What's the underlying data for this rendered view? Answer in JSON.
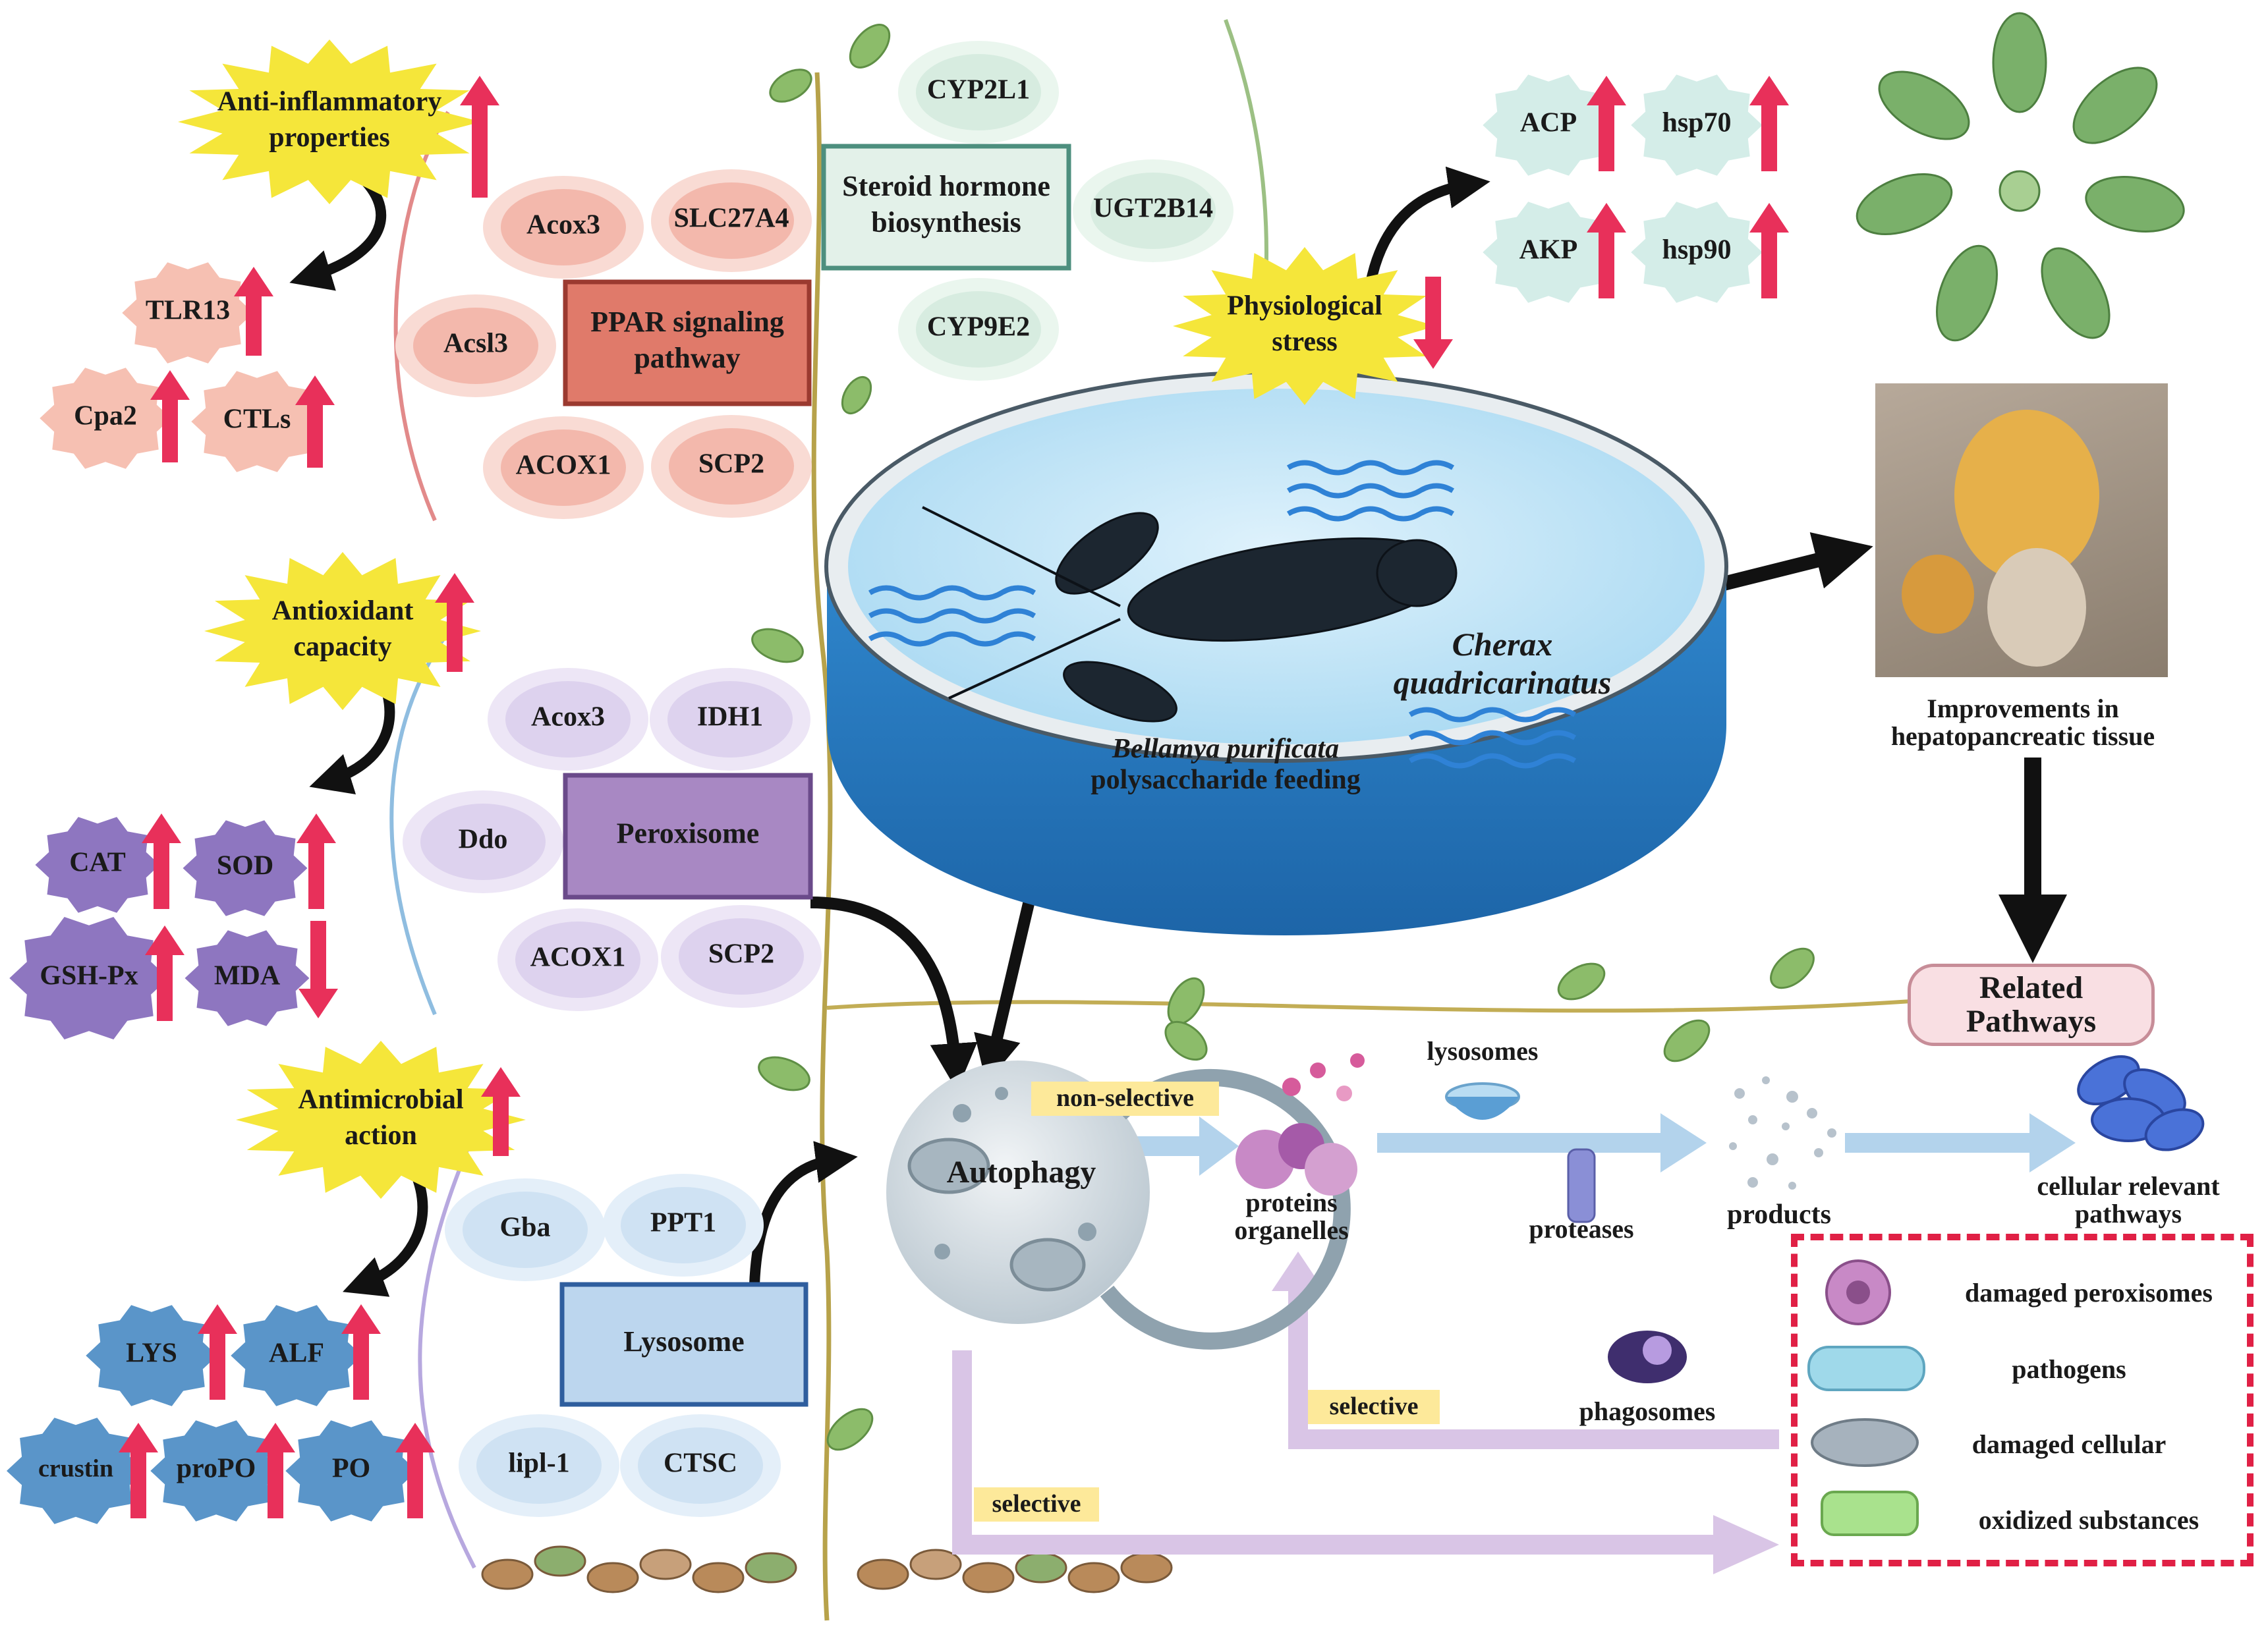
{
  "ppar": {
    "title": "PPAR signaling pathway",
    "genes": [
      "Acox3",
      "SLC27A4",
      "Acsl3",
      "ACOX1",
      "SCP2"
    ]
  },
  "steroid": {
    "title": "Steroid hormone biosynthesis",
    "genes": [
      "CYP2L1",
      "UGT2B14",
      "CYP9E2"
    ]
  },
  "peroxisome": {
    "title": "Peroxisome",
    "genes": [
      "Acox3",
      "IDH1",
      "Ddo",
      "ACOX1",
      "SCP2"
    ]
  },
  "lysosome": {
    "title": "Lysosome",
    "genes": [
      "Gba",
      "PPT1",
      "lipl-1",
      "CTSC"
    ]
  },
  "anti_inflammatory": {
    "title": "Anti-inflammatory properties",
    "markers": [
      "TLR13",
      "Cpa2",
      "CTLs"
    ]
  },
  "antioxidant": {
    "title": "Antioxidant capacity",
    "markers": [
      "CAT",
      "SOD",
      "GSH-Px",
      "MDA"
    ]
  },
  "antimicrobial": {
    "title": "Antimicrobial action",
    "markers": [
      "LYS",
      "ALF",
      "crustin",
      "proPO",
      "PO"
    ]
  },
  "physiological_stress": {
    "title": "Physiological stress",
    "markers": [
      "ACP",
      "hsp70",
      "AKP",
      "hsp90"
    ]
  },
  "tank": {
    "species": "Cherax quadricarinatus",
    "feeding_line1": "Bellamya purificata",
    "feeding_line2": "polysaccharide feeding"
  },
  "hepatopancreas": {
    "caption": "Improvements in hepatopancreatic tissue"
  },
  "related_pathways": {
    "label": "Related Pathways"
  },
  "autophagy": {
    "label": "Autophagy",
    "non_selective": "non-selective",
    "selective_top": "selective",
    "selective_bottom": "selective",
    "lysosomes": "lysosomes",
    "proteases": "proteases",
    "proteins_organelles": "proteins organelles",
    "products": "products",
    "cellular_pathways": "cellular relevant pathways",
    "phagosomes": "phagosomes"
  },
  "legend": {
    "items": [
      "damaged peroxisomes",
      "pathogens",
      "damaged cellular",
      "oxidized substances"
    ]
  },
  "colors": {
    "up_arrow": "#e8305a",
    "ppar": "#e07a6a",
    "steroid": "#e3f1e9",
    "peroxisome": "#a888c3",
    "lysosome": "#bcd6ee",
    "starburst": "#f5e63a",
    "water": "#bfe3f6",
    "tank_side": "#2a7bc0"
  }
}
